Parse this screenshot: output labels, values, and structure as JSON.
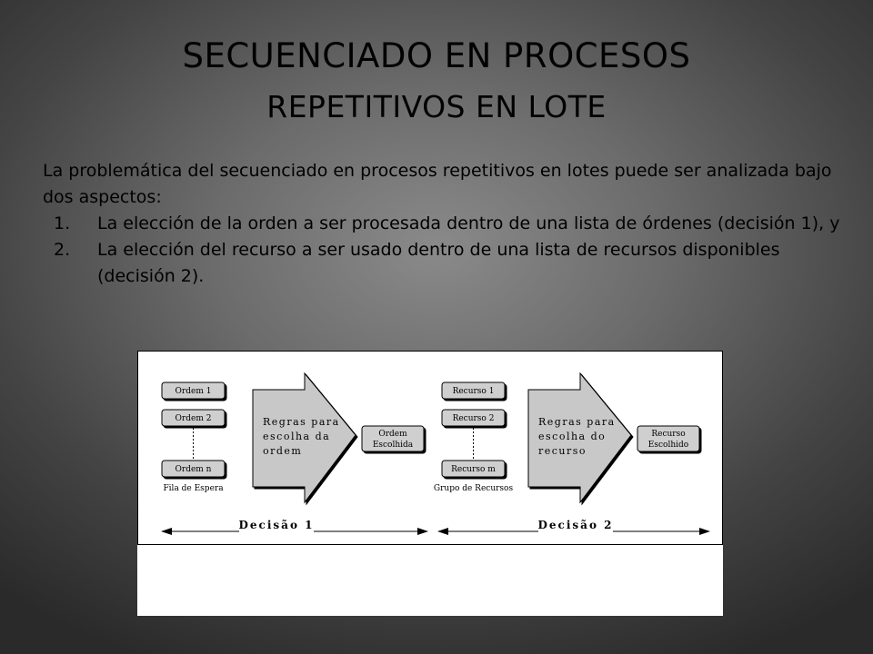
{
  "title": {
    "line1": "SECUENCIADO EN PROCESOS",
    "line2": "REPETITIVOS EN LOTE"
  },
  "intro": "La problemática del secuenciado en procesos repetitivos en lotes puede ser analizada bajo dos aspectos:",
  "items": [
    {
      "num": "1.",
      "text": "La elección de la orden a ser procesada dentro de una lista de órdenes (decisión 1), y"
    },
    {
      "num": "2.",
      "text": "La elección del recurso a ser usado dentro de una lista de recursos disponibles (decisión 2)."
    }
  ],
  "diagram": {
    "left": {
      "boxes": [
        "Ordem 1",
        "Ordem 2",
        "Ordem n"
      ],
      "queue_label": "Fila de Espera",
      "arrow_text": [
        "Regras para",
        "escolha da",
        "ordem"
      ],
      "result": [
        "Ordem",
        "Escolhida"
      ],
      "decision": "Decisão 1"
    },
    "right": {
      "boxes": [
        "Recurso 1",
        "Recurso 2",
        "Recurso m"
      ],
      "queue_label": "Grupo de Recursos",
      "arrow_text": [
        "Regras para",
        "escolha do",
        "recurso"
      ],
      "result": [
        "Recurso",
        "Escolhido"
      ],
      "decision": "Decisão 2"
    }
  }
}
